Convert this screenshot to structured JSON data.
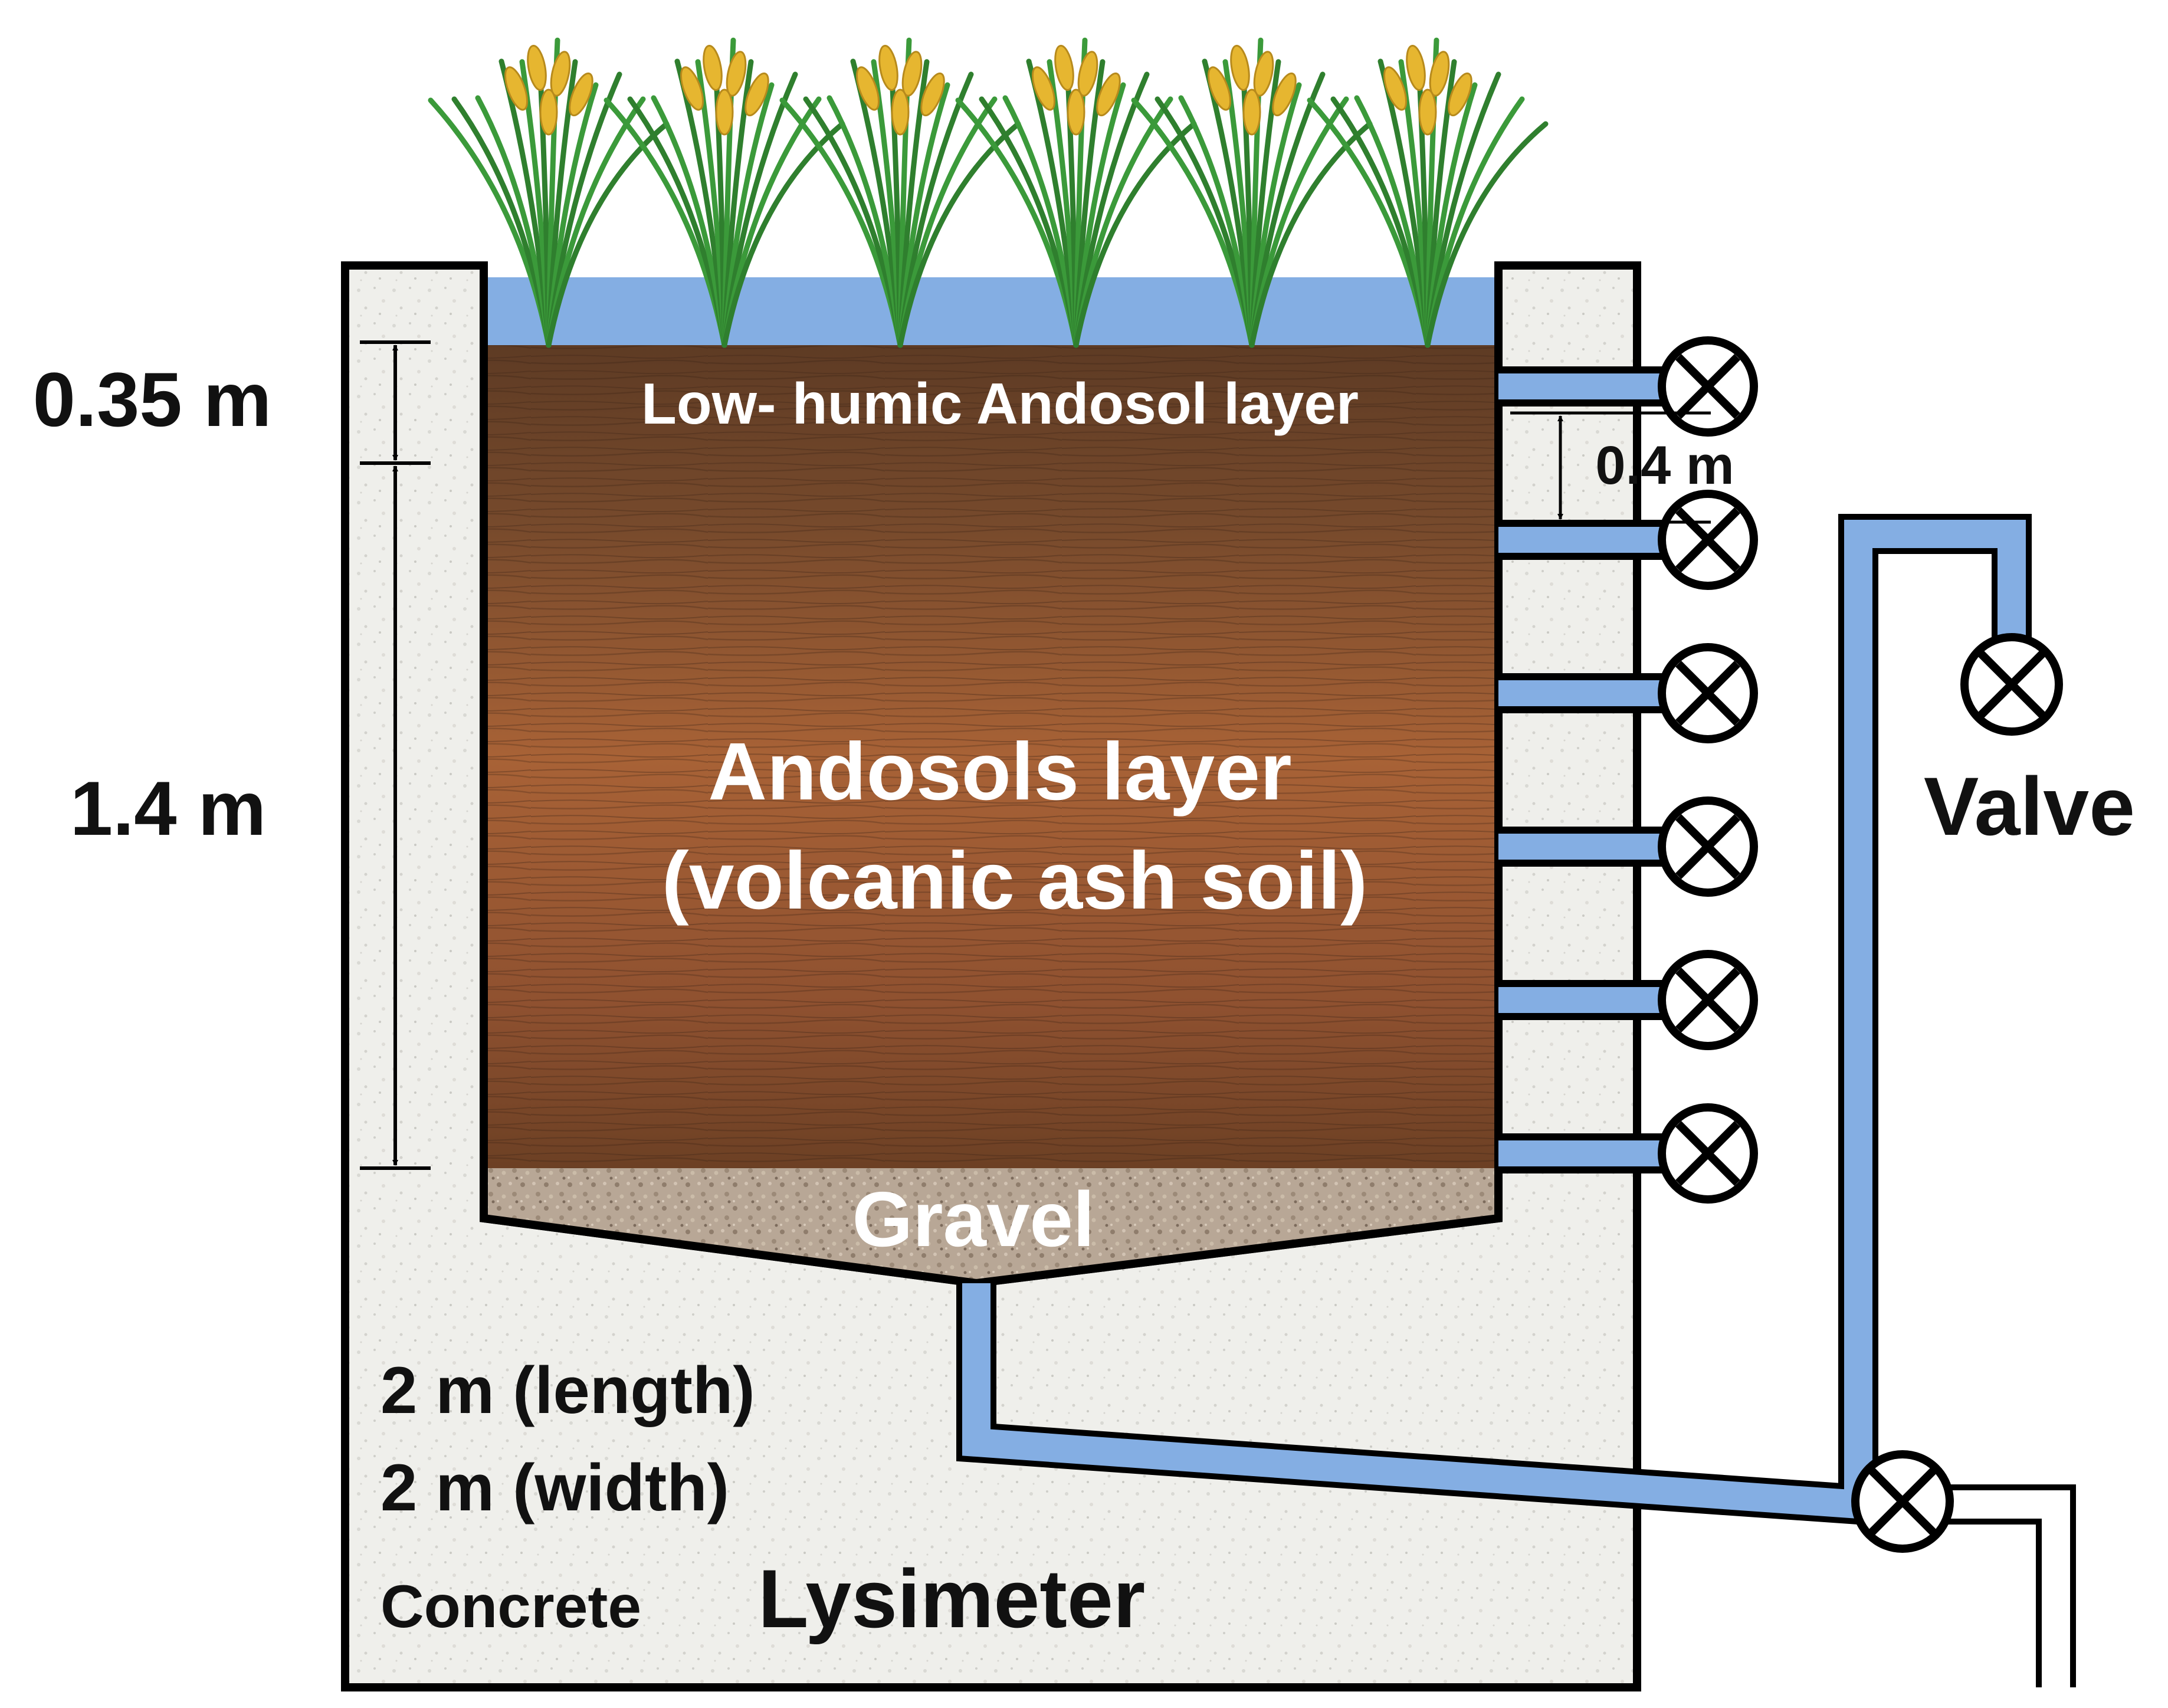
{
  "figure": {
    "layers": {
      "top_layer": "Low- humic Andosol layer",
      "main_layer_line1": "Andosols layer",
      "main_layer_line2": "(volcanic ash soil)",
      "bottom_layer": "Gravel"
    },
    "dimensions": {
      "top_depth": "0.35 m",
      "main_depth": "1.4 m",
      "port_spacing": "0.4 m",
      "length": "2 m (length)",
      "width": "2 m (width)"
    },
    "structure": {
      "material": "Concrete",
      "name": "Lysimeter"
    },
    "valve_label": "Valve",
    "plant_count": 6,
    "side_port_count": 6,
    "colors": {
      "water": "#84aee3",
      "soil_top": "#5e3b24",
      "soil_mid": "#a86236",
      "soil_bottom": "#6c4024",
      "gravel": "#b8a796",
      "concrete": "#efefeb",
      "outline": "#000000",
      "leaf": "#3b9a3a",
      "grain": "#e6b630"
    }
  }
}
